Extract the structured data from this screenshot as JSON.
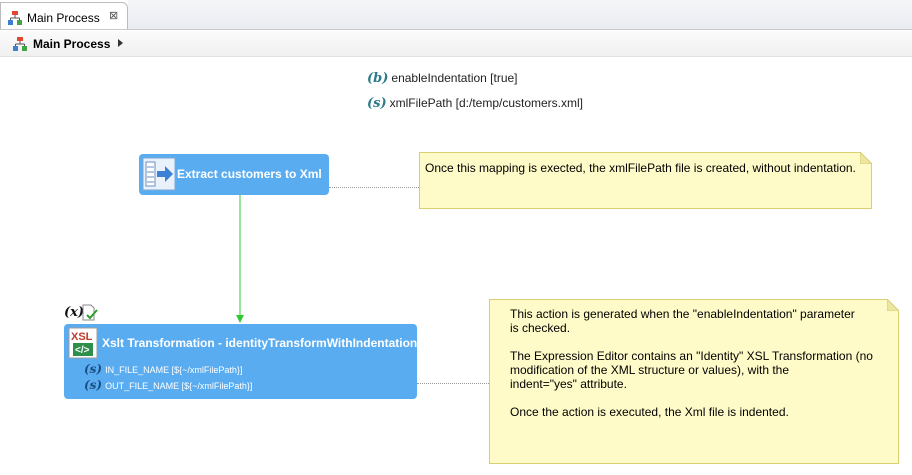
{
  "tab": {
    "label": "Main Process",
    "close": "⊠",
    "icon": "process-icon"
  },
  "breadcrumb": {
    "label": "Main Process",
    "icon": "process-icon"
  },
  "parameters": [
    {
      "badge": "(b)",
      "text": "enableIndentation [true]"
    },
    {
      "badge": "(s)",
      "text": "xmlFilePath [d:/temp/customers.xml]"
    }
  ],
  "nodes": {
    "extract": {
      "title": "Extract customers to Xml",
      "icon": "mapping-icon"
    },
    "xslt": {
      "title": "Xslt Transformation - identityTransformWithIndentation",
      "icon_label": "XSL",
      "condition_badge": "(x)",
      "params": [
        {
          "badge": "(s)",
          "text": "IN_FILE_NAME [${~/xmlFilePath}]"
        },
        {
          "badge": "(s)",
          "text": "OUT_FILE_NAME [${~/xmlFilePath}]"
        }
      ]
    }
  },
  "notes": {
    "note1": "Once this mapping is exected, the xmlFilePath file is created, without indentation.",
    "note2": "This action is generated when the \"enableIndentation\" parameter\nis checked.\n\nThe Expression Editor contains an \"Identity\" XSL Transformation (no\nmodification of the XML structure or values), with the\nindent=\"yes\" attribute.\n\nOnce the action is executed, the Xml file is indented."
  },
  "colors": {
    "node": "#5aacf0",
    "note": "#fffbc8",
    "connector": "#32c832"
  }
}
